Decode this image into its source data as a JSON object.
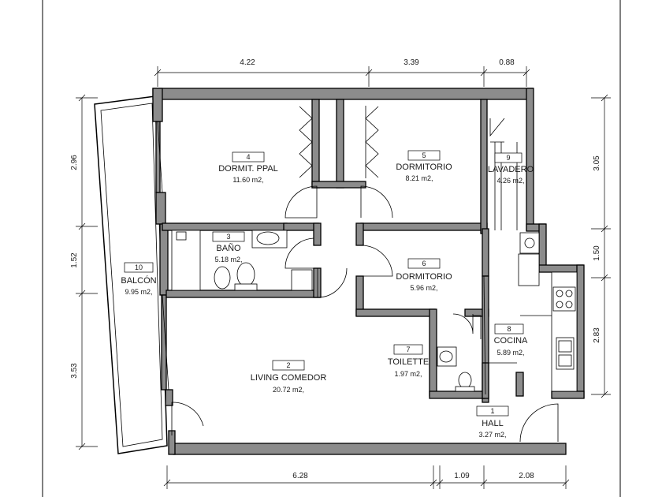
{
  "page_border_color": "#000000",
  "wall_color": "#8c8c8c",
  "dimensions": {
    "top": [
      "4.22",
      "3.39",
      "0.88"
    ],
    "bottom": [
      "6.28",
      "1.09",
      "2.08"
    ],
    "left": [
      "2.96",
      "1.52",
      "3.53"
    ],
    "right": [
      "3.05",
      "1.50",
      "2.83"
    ]
  },
  "rooms": [
    {
      "num": "4",
      "name": "DORMIT. PPAL",
      "area": "11.60 m2,"
    },
    {
      "num": "5",
      "name": "DORMITORIO",
      "area": "8.21 m2,"
    },
    {
      "num": "9",
      "name": "LAVADERO",
      "area": "4.26 m2,"
    },
    {
      "num": "3",
      "name": "BAÑO",
      "area": "5.18 m2,"
    },
    {
      "num": "6",
      "name": "DORMITORIO",
      "area": "5.96 m2,"
    },
    {
      "num": "10",
      "name": "BALCÓN",
      "area": "9.95 m2,"
    },
    {
      "num": "8",
      "name": "COCINA",
      "area": "5.89 m2,"
    },
    {
      "num": "7",
      "name": "TOILETTE",
      "area": "1.97 m2,"
    },
    {
      "num": "2",
      "name": "LIVING COMEDOR",
      "area": "20.72 m2,"
    },
    {
      "num": "1",
      "name": "HALL",
      "area": "3.27 m2,"
    }
  ]
}
